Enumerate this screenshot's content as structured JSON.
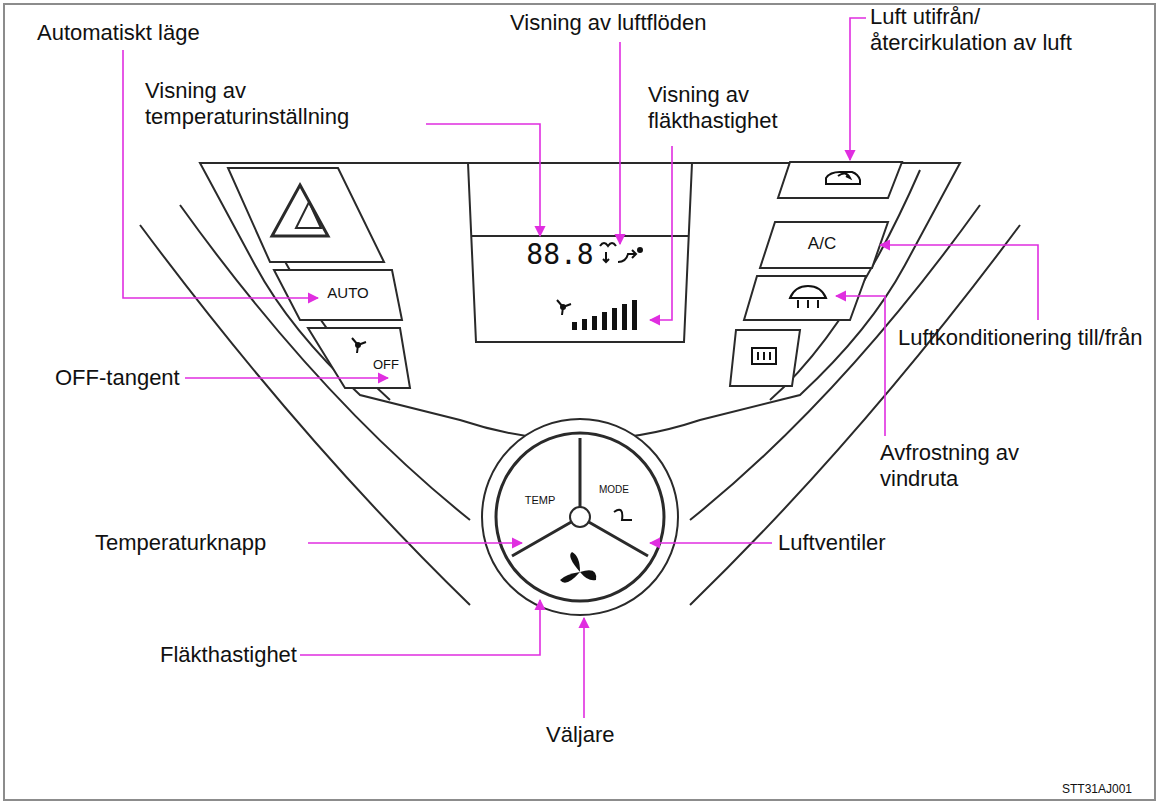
{
  "diagram": {
    "labels": [
      "Automatiskt läge",
      "Visning av temperaturinställning",
      "Visning av luftflöden",
      "Visning av fläkthastighet",
      "Luft utifrån/ återcirkulation av luft",
      "Luftkonditionering till/från",
      "Avfrostning av vindruta",
      "OFF-tangent",
      "Temperaturknapp",
      "Luftventiler",
      "Fläkthastighet",
      "Väljare",
      "88.8",
      "AUTO",
      "OFF",
      "A/C",
      "TEMP",
      "MODE",
      "STT31AJ001"
    ]
  }
}
